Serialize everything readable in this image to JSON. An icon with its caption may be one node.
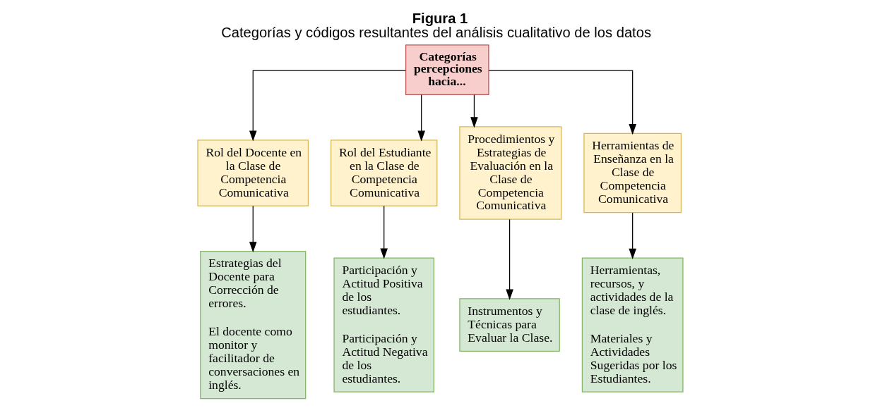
{
  "diagram": {
    "title": "Figura 1",
    "caption": "Categorías y códigos resultantes del análisis cualitativo de los datos",
    "nodes": [
      {
        "text": [
          "Categorías percepciones hacia..."
        ]
      },
      {
        "text": [
          "Rol del Docente en la Clase de Competencia Comunicativa"
        ]
      },
      {
        "text": [
          "Rol del Estudiante en la Clase de Competencia Comunicativa"
        ]
      },
      {
        "text": [
          "Procedimientos y Estrategias de Evaluación en la Clase de Competencia Comunicativa"
        ]
      },
      {
        "text": [
          "Herramientas de Enseñanza en la Clase de Competencia Comunicativa"
        ]
      },
      {
        "text": [
          "Estrategias del Docente para Corrección de errores.",
          "El docente como monitor y facilitador de conversaciones en inglés."
        ]
      },
      {
        "text": [
          "Participación y Actitud Positiva de los estudiantes.",
          "Participación y Actitud Negativa de los estudiantes."
        ]
      },
      {
        "text": [
          "Instrumentos y Técnicas para Evaluar la Clase."
        ]
      },
      {
        "text": [
          "Herramientas, recursos, y actividades de la clase de inglés.",
          "Materiales y Actividades Sugeridas por los Estudiantes."
        ]
      }
    ],
    "edges": [
      {
        "from": 0,
        "to": 1,
        "arrow": "to"
      },
      {
        "from": 0,
        "to": 2,
        "arrow": "to"
      },
      {
        "from": 0,
        "to": 3,
        "arrow": "to"
      },
      {
        "from": 0,
        "to": 4,
        "arrow": "to"
      },
      {
        "from": 1,
        "to": 5,
        "arrow": "to"
      },
      {
        "from": 2,
        "to": 6,
        "arrow": "to"
      },
      {
        "from": 3,
        "to": 7,
        "arrow": "to"
      },
      {
        "from": 4,
        "to": 8,
        "arrow": "to"
      }
    ]
  }
}
